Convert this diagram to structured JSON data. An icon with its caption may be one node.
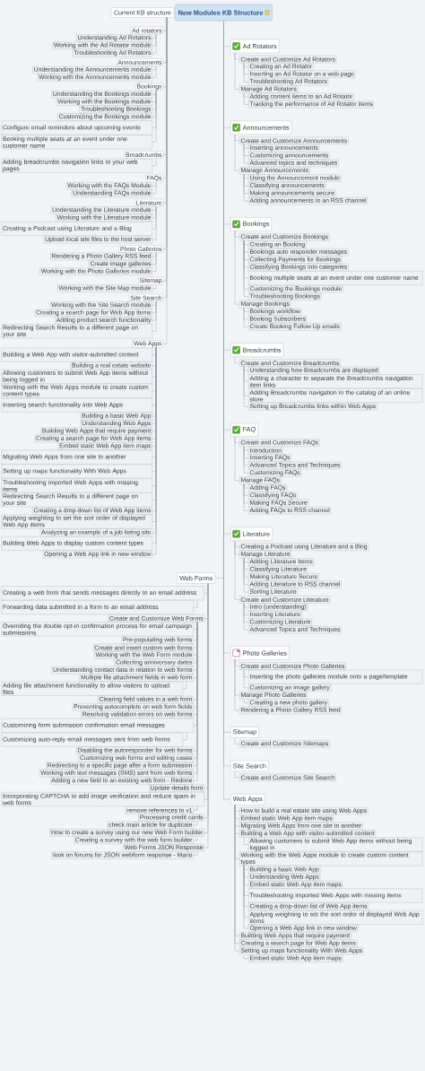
{
  "diagram": {
    "nodes": [
      {
        "text": [
          "New Modules KB Structure"
        ]
      },
      {
        "text": [
          "Current KB structure"
        ]
      },
      {
        "text": [
          "Ad rotators"
        ]
      },
      {
        "text": [
          "Understanding Ad Rotators"
        ]
      },
      {
        "text": [
          "Working with the Ad Rotator module"
        ]
      },
      {
        "text": [
          "Troubleshooting Ad Rotators"
        ]
      },
      {
        "text": [
          "Announcements"
        ]
      },
      {
        "text": [
          "Understanding the Announcements module"
        ]
      },
      {
        "text": [
          "Working with the Announcements module"
        ]
      },
      {
        "text": [
          "Bookings"
        ]
      },
      {
        "text": [
          "Understanding the Bookings module"
        ]
      },
      {
        "text": [
          "Working with the Bookings module"
        ]
      },
      {
        "text": [
          "Troubleshooting Bookings"
        ]
      },
      {
        "text": [
          "Customizing the Bookings module"
        ]
      },
      {
        "text": [
          "Configure email reminders about upcoming events"
        ]
      },
      {
        "text": [
          "Booking multiple seats at an event under one customer name"
        ]
      },
      {
        "text": [
          "Breadcrumbs"
        ]
      },
      {
        "text": [
          "Adding breadcrumbs navigation links to your web pages"
        ]
      },
      {
        "text": [
          "FAQs"
        ]
      },
      {
        "text": [
          "Working with the FAQs Module"
        ]
      },
      {
        "text": [
          "Understanding FAQs module"
        ]
      },
      {
        "text": [
          "Literature"
        ]
      },
      {
        "text": [
          "Understanding the Literature module"
        ]
      },
      {
        "text": [
          "Working with the Literature module"
        ]
      },
      {
        "text": [
          "Creating a Podcast using Literature and a Blog"
        ]
      },
      {
        "text": [
          "Upload local site files to the host server"
        ]
      },
      {
        "text": [
          "Photo Galleries"
        ]
      },
      {
        "text": [
          "Rendering a Photo Gallery RSS feed"
        ]
      },
      {
        "text": [
          "Create image galleries"
        ]
      },
      {
        "text": [
          "Working with the Photo Galleries module"
        ]
      },
      {
        "text": [
          "Sitemap"
        ]
      },
      {
        "text": [
          "Working with the Site Map module"
        ]
      },
      {
        "text": [
          "Site Search"
        ]
      },
      {
        "text": [
          "Working with the Site Search module"
        ]
      },
      {
        "text": [
          "Creating a search page for Web App items"
        ]
      },
      {
        "text": [
          "Adding product search functionality"
        ]
      },
      {
        "text": [
          "Redirecting Search Results to a different page on your site"
        ]
      },
      {
        "text": [
          "Web Apps"
        ]
      },
      {
        "text": [
          "Building a Web App with visitor-submitted content"
        ]
      },
      {
        "text": [
          "Building a real estate website"
        ]
      },
      {
        "text": [
          "Allowing customers to submit Web App items without being logged in"
        ]
      },
      {
        "text": [
          "Working with the Web Apps module to create custom content types"
        ]
      },
      {
        "text": [
          "Inserting search functionality into Web Apps"
        ]
      },
      {
        "text": [
          "Building a basic Web App"
        ]
      },
      {
        "text": [
          "Understanding Web Apps"
        ]
      },
      {
        "text": [
          "Building Web Apps that require payment"
        ]
      },
      {
        "text": [
          "Creating a search page for Web App items"
        ]
      },
      {
        "text": [
          "Embed static Web App item maps"
        ]
      },
      {
        "text": [
          "Migrating Web Apps from one site to another"
        ]
      },
      {
        "text": [
          "Setting up maps functionality With Web Apps"
        ]
      },
      {
        "text": [
          "Troubleshooting imported Web Apps with missing items"
        ]
      },
      {
        "text": [
          "Redirecting Search Results to a different page on your site"
        ]
      },
      {
        "text": [
          "Creating a drop-down list of Web App items"
        ]
      },
      {
        "text": [
          "Applying weighting to set the sort order of displayed Web App items"
        ]
      },
      {
        "text": [
          "Analyzing an example of a job listing site"
        ]
      },
      {
        "text": [
          "Building Web Apps to display custom content types"
        ]
      },
      {
        "text": [
          "Opening a Web App link in new window"
        ]
      },
      {
        "text": [
          "Ad Rotators"
        ]
      },
      {
        "text": [
          "Create and Customize Ad Rotators"
        ]
      },
      {
        "text": [
          "Creating an Ad Rotator"
        ]
      },
      {
        "text": [
          "Inserting an Ad Rotator on a web page"
        ]
      },
      {
        "text": [
          "Troubleshooting Ad Rotators"
        ]
      },
      {
        "text": [
          "Manage Ad Rotators"
        ]
      },
      {
        "text": [
          "Adding content items to an Ad Rotator"
        ]
      },
      {
        "text": [
          "Tracking the performance of Ad Rotator items"
        ]
      },
      {
        "text": [
          "Announcements"
        ]
      },
      {
        "text": [
          "Create and Customize Announcements"
        ]
      },
      {
        "text": [
          "Inserting announcements"
        ]
      },
      {
        "text": [
          "Customizing announcements"
        ]
      },
      {
        "text": [
          "Advanced topics and techniques"
        ]
      },
      {
        "text": [
          "Manage Announcements"
        ]
      },
      {
        "text": [
          "Using the Announcement module"
        ]
      },
      {
        "text": [
          "Classifying announcements"
        ]
      },
      {
        "text": [
          "Making announcements secure"
        ]
      },
      {
        "text": [
          "Adding announcements to an RSS channel"
        ]
      },
      {
        "text": [
          "Bookings"
        ]
      },
      {
        "text": [
          "Create and Customize Bookings"
        ]
      },
      {
        "text": [
          "Creating an Booking"
        ]
      },
      {
        "text": [
          "Bookings auto responder messages"
        ]
      },
      {
        "text": [
          "Collecting Payments for Bookings"
        ]
      },
      {
        "text": [
          "Classifying Bookings into categories"
        ]
      },
      {
        "text": [
          "Booking multiple seats at an event under one customer name"
        ]
      },
      {
        "text": [
          "Customizing the Bookings module"
        ]
      },
      {
        "text": [
          "Troubleshooting Bookings"
        ]
      },
      {
        "text": [
          "Manage Bookings"
        ]
      },
      {
        "text": [
          "Bookings workflow"
        ]
      },
      {
        "text": [
          "Booking Subscribers"
        ]
      },
      {
        "text": [
          "Create Booking Follow Up emails"
        ]
      },
      {
        "text": [
          "Breadcrumbs"
        ]
      },
      {
        "text": [
          "Create and Customize Breadcrumbs"
        ]
      },
      {
        "text": [
          "Understanding how Breadcrumbs are displayed"
        ]
      },
      {
        "text": [
          "Adding a character to separate the Breadcrumbs navigation item links"
        ]
      },
      {
        "text": [
          "Adding Breadcrumbs navigation in the catalog of an online store"
        ]
      },
      {
        "text": [
          "Setting up Breadcrumbs links within Web Apps"
        ]
      },
      {
        "text": [
          "FAQ"
        ]
      },
      {
        "text": [
          "Create and Customize FAQs"
        ]
      },
      {
        "text": [
          "Introduction"
        ]
      },
      {
        "text": [
          "Inserting FAQs"
        ]
      },
      {
        "text": [
          "Advanced Topics and Techniques"
        ]
      },
      {
        "text": [
          "Customizing FAQs"
        ]
      },
      {
        "text": [
          "Manage FAQs"
        ]
      },
      {
        "text": [
          "Adding FAQs"
        ]
      },
      {
        "text": [
          "Classifying FAQs"
        ]
      },
      {
        "text": [
          "Making FAQs Secure"
        ]
      },
      {
        "text": [
          "Adding FAQs to RSS channel"
        ]
      },
      {
        "text": [
          "Literature"
        ]
      },
      {
        "text": [
          "Creating a Podcast using Literature and a Blog"
        ]
      },
      {
        "text": [
          "Manage Literature"
        ]
      },
      {
        "text": [
          "Adding Literature Items"
        ]
      },
      {
        "text": [
          "Classifying Literature"
        ]
      },
      {
        "text": [
          "Making Literature Secure"
        ]
      },
      {
        "text": [
          "Adding Literature to RSS channel"
        ]
      },
      {
        "text": [
          "Sorting Literature"
        ]
      },
      {
        "text": [
          "Create and Customize Literature"
        ]
      },
      {
        "text": [
          "Intro (understanding)"
        ]
      },
      {
        "text": [
          "Inserting Literature"
        ]
      },
      {
        "text": [
          "Customizing Literature"
        ]
      },
      {
        "text": [
          "Advanced Topics and Techniques"
        ]
      },
      {
        "text": [
          "Photo Galleries"
        ]
      },
      {
        "text": [
          "Create and Customize Photo Galleries"
        ]
      },
      {
        "text": [
          "Inserting the photo galleries module onto a page/template"
        ]
      },
      {
        "text": [
          "Customizing an image gallery"
        ]
      },
      {
        "text": [
          "Manage Photo Galleries"
        ]
      },
      {
        "text": [
          "Creating a new photo gallery"
        ]
      },
      {
        "text": [
          "Rendering a Photo Gallery RSS feed"
        ]
      },
      {
        "text": [
          "Sitemap"
        ]
      },
      {
        "text": [
          "Create and Customize Sitemaps"
        ]
      },
      {
        "text": [
          "Site Search"
        ]
      },
      {
        "text": [
          "Create and Customize Site Search"
        ]
      },
      {
        "text": [
          "Web Apps"
        ]
      },
      {
        "text": [
          "How to build a real estate site using Web Apps"
        ]
      },
      {
        "text": [
          "Embed static Web App item maps"
        ]
      },
      {
        "text": [
          "Migrating Web Apps from one site to another"
        ]
      },
      {
        "text": [
          "Building a Web App with visitor-submitted content"
        ]
      },
      {
        "text": [
          "Allowing customers to submit Web App items without being logged in"
        ]
      },
      {
        "text": [
          "Working with the Web Apps module to create custom content types"
        ]
      },
      {
        "text": [
          "Building a basic Web App"
        ]
      },
      {
        "text": [
          "Understanding Web Apps"
        ]
      },
      {
        "text": [
          "Embed static Web App item maps"
        ]
      },
      {
        "text": [
          "Troubleshooting imported Web Apps with missing items"
        ]
      },
      {
        "text": [
          "Creating a drop-down list of Web App items"
        ]
      },
      {
        "text": [
          "Applying weighting to set the sort order of displayed Web App items"
        ]
      },
      {
        "text": [
          "Opening a Web App link in new window"
        ]
      },
      {
        "text": [
          "Building Web Apps that require payment"
        ]
      },
      {
        "text": [
          "Creating a search page for Web App items"
        ]
      },
      {
        "text": [
          "Setting up maps functionality With Web Apps"
        ]
      },
      {
        "text": [
          "Embed static Web App item maps"
        ]
      },
      {
        "text": [
          "Web Forms"
        ]
      },
      {
        "text": [
          "Creating a web form that sends messages directly to an email address"
        ]
      },
      {
        "text": [
          "Forwarding data submitted in a form to an email address"
        ]
      },
      {
        "text": [
          "Create and Customize Web Forms"
        ]
      },
      {
        "text": [
          "Overriding the double opt-in confirmation process for email campaign submissions"
        ]
      },
      {
        "text": [
          "Pre-populating web forms"
        ]
      },
      {
        "text": [
          "Create and insert custom web forms"
        ]
      },
      {
        "text": [
          "Working with the Web Form module"
        ]
      },
      {
        "text": [
          "Collecting anniversary dates"
        ]
      },
      {
        "text": [
          "Understanding contact data in relation to web forms"
        ]
      },
      {
        "text": [
          "Multiple file attachment fields in web form"
        ]
      },
      {
        "text": [
          "Adding file attachment functionality to allow visitors to upload files"
        ]
      },
      {
        "text": [
          "Clearing field values in a web form"
        ]
      },
      {
        "text": [
          "Preventing autocomplete on web form fields"
        ]
      },
      {
        "text": [
          "Resolving validation errors on web forms"
        ]
      },
      {
        "text": [
          "Customizing form submission confirmation email messages"
        ]
      },
      {
        "text": [
          "Customizing auto-reply email messages sent from web forms"
        ]
      },
      {
        "text": [
          "Disabling the autoresponder for web forms"
        ]
      },
      {
        "text": [
          "Customizing web forms and editing cases"
        ]
      },
      {
        "text": [
          "Redirecting to a specific page after a form submission"
        ]
      },
      {
        "text": [
          "Working with text messages (SMS) sent from web forms"
        ]
      },
      {
        "text": [
          "Adding a new field to an existing web form - Redone"
        ]
      },
      {
        "text": [
          "Update details form"
        ]
      },
      {
        "text": [
          "Incorporating CAPTCHA to add image verification and reduce spam in web forms"
        ]
      },
      {
        "text": [
          "remove references to v1"
        ]
      },
      {
        "text": [
          "Processing credit cards"
        ]
      },
      {
        "text": [
          "check main article for duplicate"
        ]
      },
      {
        "text": [
          "How to create a survey using our new Web Form builder"
        ]
      },
      {
        "text": [
          "Creating a survey with the web form builder"
        ]
      },
      {
        "text": [
          "Web Forms JSON Response"
        ]
      },
      {
        "text": [
          "look on forums for JSON webform response - Mario"
        ]
      }
    ],
    "edges": [
      {
        "from": 1,
        "to": 2,
        "arrow": "none"
      },
      {
        "from": 2,
        "to": 3,
        "arrow": "none"
      },
      {
        "from": 2,
        "to": 4,
        "arrow": "none"
      },
      {
        "from": 2,
        "to": 5,
        "arrow": "none"
      },
      {
        "from": 1,
        "to": 6,
        "arrow": "none"
      },
      {
        "from": 6,
        "to": 7,
        "arrow": "none"
      },
      {
        "from": 6,
        "to": 8,
        "arrow": "none"
      },
      {
        "from": 1,
        "to": 9,
        "arrow": "none"
      },
      {
        "from": 9,
        "to": 10,
        "arrow": "none"
      },
      {
        "from": 9,
        "to": 11,
        "arrow": "none"
      },
      {
        "from": 9,
        "to": 12,
        "arrow": "none"
      },
      {
        "from": 9,
        "to": 13,
        "arrow": "none"
      },
      {
        "from": 9,
        "to": 14,
        "arrow": "none"
      },
      {
        "from": 9,
        "to": 15,
        "arrow": "none"
      },
      {
        "from": 1,
        "to": 16,
        "arrow": "none"
      },
      {
        "from": 16,
        "to": 17,
        "arrow": "none"
      },
      {
        "from": 1,
        "to": 18,
        "arrow": "none"
      },
      {
        "from": 18,
        "to": 19,
        "arrow": "none"
      },
      {
        "from": 18,
        "to": 20,
        "arrow": "none"
      },
      {
        "from": 1,
        "to": 21,
        "arrow": "none"
      },
      {
        "from": 21,
        "to": 22,
        "arrow": "none"
      },
      {
        "from": 21,
        "to": 23,
        "arrow": "none"
      },
      {
        "from": 21,
        "to": 24,
        "arrow": "none"
      },
      {
        "from": 21,
        "to": 25,
        "arrow": "none"
      },
      {
        "from": 1,
        "to": 26,
        "arrow": "none"
      },
      {
        "from": 26,
        "to": 27,
        "arrow": "none"
      },
      {
        "from": 26,
        "to": 28,
        "arrow": "none"
      },
      {
        "from": 26,
        "to": 29,
        "arrow": "none"
      },
      {
        "from": 1,
        "to": 30,
        "arrow": "none"
      },
      {
        "from": 30,
        "to": 31,
        "arrow": "none"
      },
      {
        "from": 1,
        "to": 32,
        "arrow": "none"
      },
      {
        "from": 32,
        "to": 33,
        "arrow": "none"
      },
      {
        "from": 32,
        "to": 34,
        "arrow": "none"
      },
      {
        "from": 32,
        "to": 35,
        "arrow": "none"
      },
      {
        "from": 32,
        "to": 36,
        "arrow": "none"
      },
      {
        "from": 1,
        "to": 37,
        "arrow": "none"
      },
      {
        "from": 37,
        "to": 38,
        "arrow": "none"
      },
      {
        "from": 37,
        "to": 39,
        "arrow": "none"
      },
      {
        "from": 37,
        "to": 40,
        "arrow": "none"
      },
      {
        "from": 37,
        "to": 41,
        "arrow": "none"
      },
      {
        "from": 37,
        "to": 42,
        "arrow": "none"
      },
      {
        "from": 37,
        "to": 43,
        "arrow": "none"
      },
      {
        "from": 37,
        "to": 44,
        "arrow": "none"
      },
      {
        "from": 37,
        "to": 45,
        "arrow": "none"
      },
      {
        "from": 37,
        "to": 46,
        "arrow": "none"
      },
      {
        "from": 37,
        "to": 47,
        "arrow": "none"
      },
      {
        "from": 37,
        "to": 48,
        "arrow": "none"
      },
      {
        "from": 37,
        "to": 49,
        "arrow": "none"
      },
      {
        "from": 37,
        "to": 50,
        "arrow": "none"
      },
      {
        "from": 37,
        "to": 51,
        "arrow": "none"
      },
      {
        "from": 37,
        "to": 52,
        "arrow": "none"
      },
      {
        "from": 37,
        "to": 53,
        "arrow": "none"
      },
      {
        "from": 37,
        "to": 54,
        "arrow": "none"
      },
      {
        "from": 37,
        "to": 55,
        "arrow": "none"
      },
      {
        "from": 37,
        "to": 56,
        "arrow": "none"
      },
      {
        "from": 0,
        "to": 57,
        "arrow": "none"
      },
      {
        "from": 57,
        "to": 58,
        "arrow": "none"
      },
      {
        "from": 58,
        "to": 59,
        "arrow": "none"
      },
      {
        "from": 58,
        "to": 60,
        "arrow": "none"
      },
      {
        "from": 58,
        "to": 61,
        "arrow": "none"
      },
      {
        "from": 57,
        "to": 62,
        "arrow": "none"
      },
      {
        "from": 62,
        "to": 63,
        "arrow": "none"
      },
      {
        "from": 62,
        "to": 64,
        "arrow": "none"
      },
      {
        "from": 0,
        "to": 65,
        "arrow": "none"
      },
      {
        "from": 65,
        "to": 66,
        "arrow": "none"
      },
      {
        "from": 66,
        "to": 67,
        "arrow": "none"
      },
      {
        "from": 66,
        "to": 68,
        "arrow": "none"
      },
      {
        "from": 66,
        "to": 69,
        "arrow": "none"
      },
      {
        "from": 65,
        "to": 70,
        "arrow": "none"
      },
      {
        "from": 70,
        "to": 71,
        "arrow": "none"
      },
      {
        "from": 70,
        "to": 72,
        "arrow": "none"
      },
      {
        "from": 70,
        "to": 73,
        "arrow": "none"
      },
      {
        "from": 70,
        "to": 74,
        "arrow": "none"
      },
      {
        "from": 0,
        "to": 75,
        "arrow": "none"
      },
      {
        "from": 75,
        "to": 76,
        "arrow": "none"
      },
      {
        "from": 76,
        "to": 77,
        "arrow": "none"
      },
      {
        "from": 76,
        "to": 78,
        "arrow": "none"
      },
      {
        "from": 76,
        "to": 79,
        "arrow": "none"
      },
      {
        "from": 76,
        "to": 80,
        "arrow": "none"
      },
      {
        "from": 76,
        "to": 81,
        "arrow": "none"
      },
      {
        "from": 76,
        "to": 82,
        "arrow": "none"
      },
      {
        "from": 76,
        "to": 83,
        "arrow": "none"
      },
      {
        "from": 75,
        "to": 84,
        "arrow": "none"
      },
      {
        "from": 84,
        "to": 85,
        "arrow": "none"
      },
      {
        "from": 84,
        "to": 86,
        "arrow": "none"
      },
      {
        "from": 84,
        "to": 87,
        "arrow": "none"
      },
      {
        "from": 0,
        "to": 88,
        "arrow": "none"
      },
      {
        "from": 88,
        "to": 89,
        "arrow": "none"
      },
      {
        "from": 89,
        "to": 90,
        "arrow": "none"
      },
      {
        "from": 89,
        "to": 91,
        "arrow": "none"
      },
      {
        "from": 89,
        "to": 92,
        "arrow": "none"
      },
      {
        "from": 89,
        "to": 93,
        "arrow": "none"
      },
      {
        "from": 0,
        "to": 94,
        "arrow": "none"
      },
      {
        "from": 94,
        "to": 95,
        "arrow": "none"
      },
      {
        "from": 95,
        "to": 96,
        "arrow": "none"
      },
      {
        "from": 95,
        "to": 97,
        "arrow": "none"
      },
      {
        "from": 95,
        "to": 98,
        "arrow": "none"
      },
      {
        "from": 95,
        "to": 99,
        "arrow": "none"
      },
      {
        "from": 94,
        "to": 100,
        "arrow": "none"
      },
      {
        "from": 100,
        "to": 101,
        "arrow": "none"
      },
      {
        "from": 100,
        "to": 102,
        "arrow": "none"
      },
      {
        "from": 100,
        "to": 103,
        "arrow": "none"
      },
      {
        "from": 100,
        "to": 104,
        "arrow": "none"
      },
      {
        "from": 0,
        "to": 105,
        "arrow": "none"
      },
      {
        "from": 105,
        "to": 106,
        "arrow": "none"
      },
      {
        "from": 105,
        "to": 107,
        "arrow": "none"
      },
      {
        "from": 107,
        "to": 108,
        "arrow": "none"
      },
      {
        "from": 107,
        "to": 109,
        "arrow": "none"
      },
      {
        "from": 107,
        "to": 110,
        "arrow": "none"
      },
      {
        "from": 107,
        "to": 111,
        "arrow": "none"
      },
      {
        "from": 107,
        "to": 112,
        "arrow": "none"
      },
      {
        "from": 105,
        "to": 113,
        "arrow": "none"
      },
      {
        "from": 113,
        "to": 114,
        "arrow": "none"
      },
      {
        "from": 113,
        "to": 115,
        "arrow": "none"
      },
      {
        "from": 113,
        "to": 116,
        "arrow": "none"
      },
      {
        "from": 113,
        "to": 117,
        "arrow": "none"
      },
      {
        "from": 0,
        "to": 118,
        "arrow": "none"
      },
      {
        "from": 118,
        "to": 119,
        "arrow": "none"
      },
      {
        "from": 119,
        "to": 120,
        "arrow": "none"
      },
      {
        "from": 119,
        "to": 121,
        "arrow": "none"
      },
      {
        "from": 118,
        "to": 122,
        "arrow": "none"
      },
      {
        "from": 122,
        "to": 123,
        "arrow": "none"
      },
      {
        "from": 118,
        "to": 124,
        "arrow": "none"
      },
      {
        "from": 0,
        "to": 125,
        "arrow": "none"
      },
      {
        "from": 125,
        "to": 126,
        "arrow": "none"
      },
      {
        "from": 0,
        "to": 127,
        "arrow": "none"
      },
      {
        "from": 127,
        "to": 128,
        "arrow": "none"
      },
      {
        "from": 0,
        "to": 129,
        "arrow": "none"
      },
      {
        "from": 129,
        "to": 130,
        "arrow": "none"
      },
      {
        "from": 129,
        "to": 131,
        "arrow": "none"
      },
      {
        "from": 129,
        "to": 132,
        "arrow": "none"
      },
      {
        "from": 129,
        "to": 133,
        "arrow": "none"
      },
      {
        "from": 133,
        "to": 134,
        "arrow": "none"
      },
      {
        "from": 129,
        "to": 135,
        "arrow": "none"
      },
      {
        "from": 135,
        "to": 136,
        "arrow": "none"
      },
      {
        "from": 135,
        "to": 137,
        "arrow": "none"
      },
      {
        "from": 135,
        "to": 138,
        "arrow": "none"
      },
      {
        "from": 135,
        "to": 139,
        "arrow": "none"
      },
      {
        "from": 135,
        "to": 140,
        "arrow": "none"
      },
      {
        "from": 135,
        "to": 141,
        "arrow": "none"
      },
      {
        "from": 135,
        "to": 142,
        "arrow": "none"
      },
      {
        "from": 129,
        "to": 143,
        "arrow": "none"
      },
      {
        "from": 129,
        "to": 144,
        "arrow": "none"
      },
      {
        "from": 129,
        "to": 145,
        "arrow": "none"
      },
      {
        "from": 145,
        "to": 146,
        "arrow": "none"
      },
      {
        "from": 0,
        "to": 147,
        "arrow": "none"
      },
      {
        "from": 147,
        "to": 148,
        "arrow": "none"
      },
      {
        "from": 148,
        "to": 149,
        "arrow": "none"
      },
      {
        "from": 147,
        "to": 150,
        "arrow": "none"
      },
      {
        "from": 150,
        "to": 151,
        "arrow": "none"
      },
      {
        "from": 150,
        "to": 152,
        "arrow": "none"
      },
      {
        "from": 150,
        "to": 153,
        "arrow": "none"
      },
      {
        "from": 150,
        "to": 154,
        "arrow": "none"
      },
      {
        "from": 150,
        "to": 155,
        "arrow": "none"
      },
      {
        "from": 150,
        "to": 156,
        "arrow": "none"
      },
      {
        "from": 150,
        "to": 157,
        "arrow": "none"
      },
      {
        "from": 157,
        "to": 158,
        "arrow": "none"
      },
      {
        "from": 150,
        "to": 159,
        "arrow": "none"
      },
      {
        "from": 150,
        "to": 160,
        "arrow": "none"
      },
      {
        "from": 150,
        "to": 161,
        "arrow": "none"
      },
      {
        "from": 150,
        "to": 162,
        "arrow": "none"
      },
      {
        "from": 162,
        "to": 163,
        "arrow": "none"
      },
      {
        "from": 150,
        "to": 164,
        "arrow": "none"
      },
      {
        "from": 150,
        "to": 165,
        "arrow": "none"
      },
      {
        "from": 150,
        "to": 166,
        "arrow": "none"
      },
      {
        "from": 150,
        "to": 167,
        "arrow": "none"
      },
      {
        "from": 150,
        "to": 168,
        "arrow": "none"
      },
      {
        "from": 147,
        "to": 169,
        "arrow": "none"
      },
      {
        "from": 147,
        "to": 170,
        "arrow": "none"
      },
      {
        "from": 170,
        "to": 171,
        "arrow": "none"
      },
      {
        "from": 147,
        "to": 172,
        "arrow": "none"
      },
      {
        "from": 172,
        "to": 173,
        "arrow": "none"
      },
      {
        "from": 147,
        "to": 174,
        "arrow": "none"
      },
      {
        "from": 174,
        "to": 175,
        "arrow": "none"
      },
      {
        "from": 147,
        "to": 176,
        "arrow": "none"
      },
      {
        "from": 176,
        "to": 177,
        "arrow": "none"
      }
    ]
  }
}
